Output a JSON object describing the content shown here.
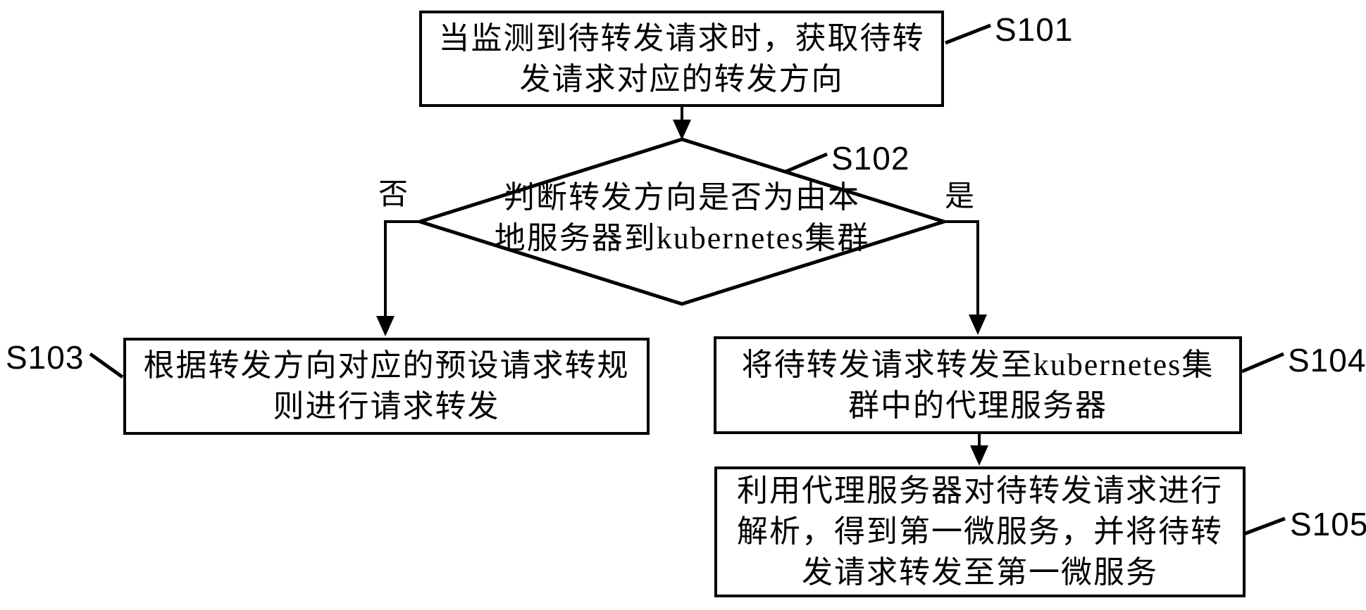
{
  "figure": {
    "background_color": "#ffffff",
    "ink_color": "#000000",
    "nodes": {
      "s101": {
        "step_label": "S101",
        "shape": "rectangle",
        "lines": [
          "当监测到待转发请求时，获取待转",
          "发请求对应的转发方向"
        ]
      },
      "s102": {
        "step_label": "S102",
        "shape": "diamond",
        "lines": [
          "判断转发方向是否为由本",
          "地服务器到kubernetes集群"
        ]
      },
      "s103": {
        "step_label": "S103",
        "shape": "rectangle",
        "lines": [
          "根据转发方向对应的预设请求转规",
          "则进行请求转发"
        ]
      },
      "s104": {
        "step_label": "S104",
        "shape": "rectangle",
        "lines": [
          "将待转发请求转发至kubernetes集",
          "群中的代理服务器"
        ]
      },
      "s105": {
        "step_label": "S105",
        "shape": "rectangle",
        "lines": [
          "利用代理服务器对待转发请求进行",
          "解析，得到第一微服务，并将待转",
          "发请求转发至第一微服务"
        ]
      }
    },
    "branches": {
      "no_label": "否",
      "yes_label": "是"
    },
    "edges": [
      "s101 -> s102",
      "s102 -否-> s103",
      "s102 -是-> s104",
      "s104 -> s105"
    ]
  }
}
